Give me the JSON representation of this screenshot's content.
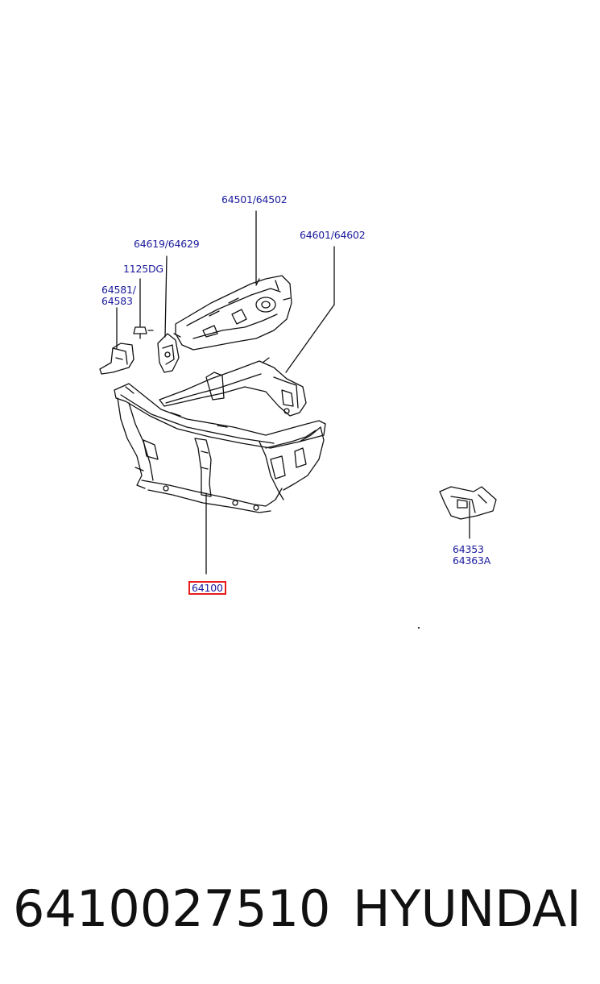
{
  "callouts": {
    "p64501": "64501/64502",
    "p64601": "64601/64602",
    "p64619": "64619/64629",
    "p1125": "1125DG",
    "p64581a": "64581/",
    "p64581b": "64583",
    "p64353a": "64353",
    "p64353b": "64363A",
    "p64100": "64100"
  },
  "footer": {
    "part_number": "6410027510",
    "brand": "HYUNDAI"
  },
  "colors": {
    "callout_text": "#1a1a9c",
    "highlight_box": "#e81c1c",
    "line_art": "#111111"
  }
}
